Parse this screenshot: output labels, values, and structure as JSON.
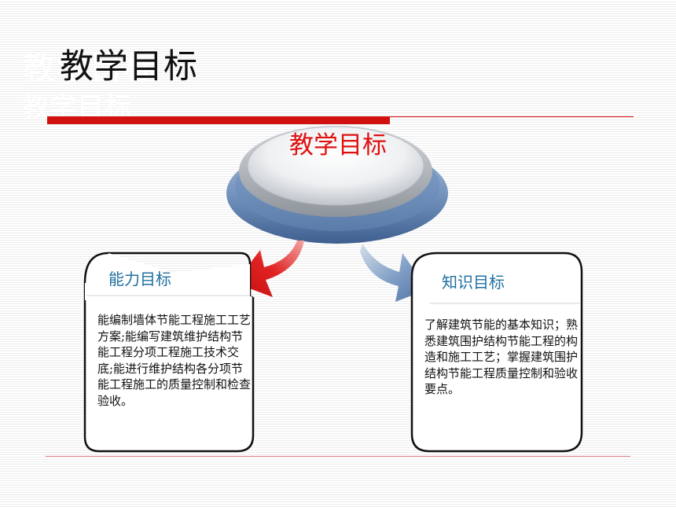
{
  "slide": {
    "ghost_title": "教学目标",
    "page_title": "教学目标",
    "center_label": "教学目标",
    "left_box": {
      "title": "能力目标",
      "text": "能编制墙体节能工程施工工艺方案;能编写建筑维护结构节能工程分项工程施工技术交底;能进行维护结构各分项节能工程施工的质量控制和检查验收。"
    },
    "right_box": {
      "title": "知识目标",
      "text": "了解建筑节能的基本知识；熟悉建筑围护结构节能工程的构造和施工工艺；掌握建筑围护结构节能工程质量控制和验收要点。"
    }
  },
  "colors": {
    "accent_red": "#d11010",
    "title_blue": "#1f6fa0",
    "arrow_left": "#d81818",
    "arrow_right": "#5f86b8",
    "disc_ring": "#7e9cc2"
  }
}
